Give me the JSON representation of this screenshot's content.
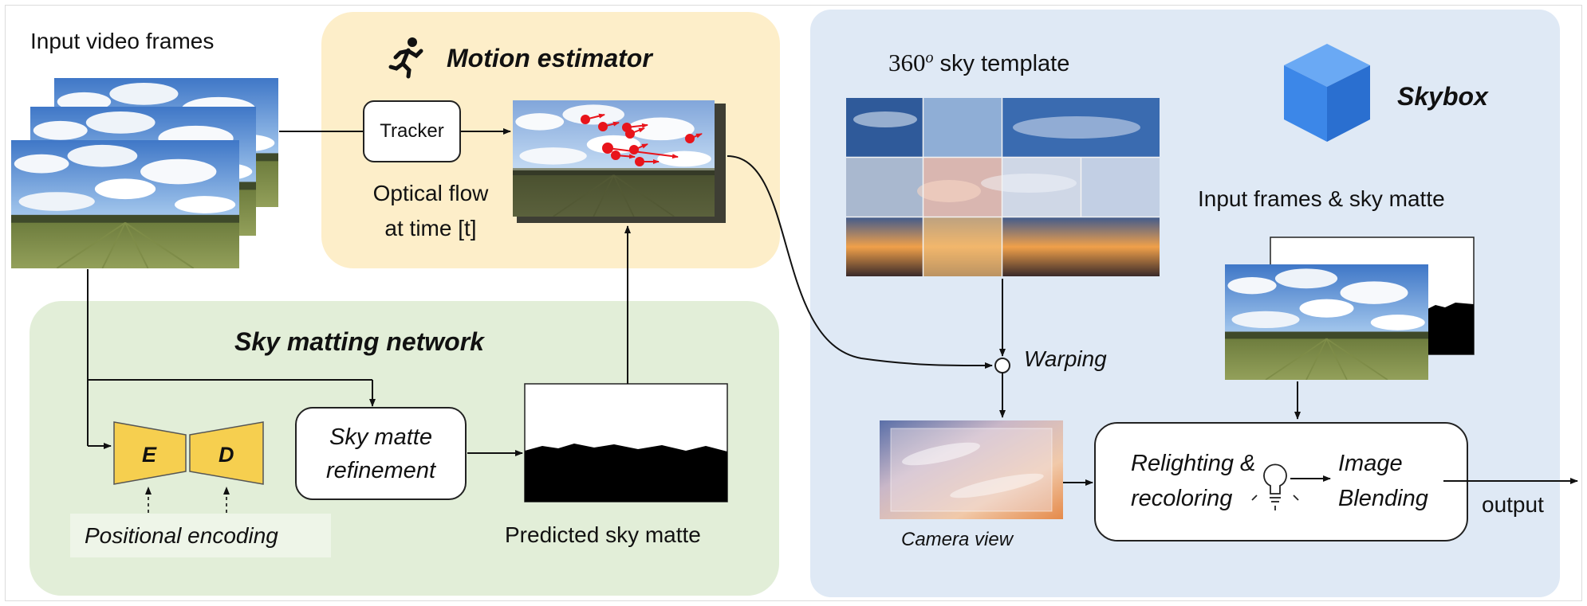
{
  "labels": {
    "input_video_frames": "Input video frames",
    "motion_estimator": "Motion estimator",
    "tracker": "Tracker",
    "optical_flow_line1": "Optical flow",
    "optical_flow_line2": "at time [t]",
    "sky_template_number": "360",
    "sky_template_sup": "o",
    "sky_template_rest": " sky template",
    "skybox": "Skybox",
    "input_frames_sky_matte": "Input frames & sky matte",
    "sky_matting_network": "Sky matting network",
    "encoder": "E",
    "decoder": "D",
    "refine_line1": "Sky matte",
    "refine_line2": "refinement",
    "positional_encoding": "Positional encoding",
    "predicted_sky_matte": "Predicted sky matte",
    "warping": "Warping",
    "camera_view": "Camera view",
    "relight_line1": "Relighting &",
    "relight_line2": "recoloring",
    "blend_line1": "Image",
    "blend_line2": "Blending",
    "output": "output"
  },
  "colors": {
    "motion_panel": "#fdeec9",
    "matting_panel": "#e2eed8",
    "skybox_panel": "#dfe9f5",
    "encoder_fill": "#f6cf4f",
    "flow_dots": "#e8141b",
    "cube_top": "#6aa9f4",
    "cube_left": "#3c87e8",
    "cube_right": "#2a6fd0",
    "posenc_box": "#eef5e8"
  },
  "icons": [
    "running-person-icon",
    "skybox-cube-icon",
    "light-bulb-icon"
  ]
}
